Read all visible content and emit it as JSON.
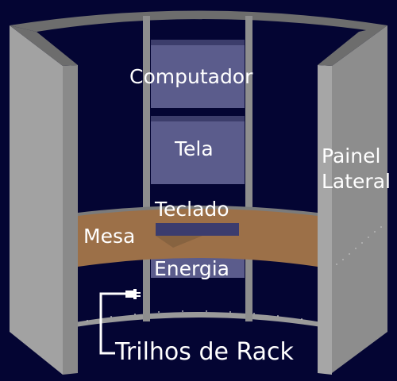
{
  "labels": {
    "computer": "Computador",
    "screen": "Tela",
    "keyboard": "Teclado",
    "desk": "Mesa",
    "power": "Energia",
    "side_panel_line1": "Painel",
    "side_panel_line2": "Lateral",
    "rack_rails": "Trilhos de Rack"
  },
  "colors": {
    "background": "#040533",
    "panel_front": "#a2a2a2",
    "panel_side": "#878787",
    "rail": "#8e8e8e",
    "module": "#5b5c8c",
    "desk": "#9c7048",
    "label": "#ffffff"
  }
}
